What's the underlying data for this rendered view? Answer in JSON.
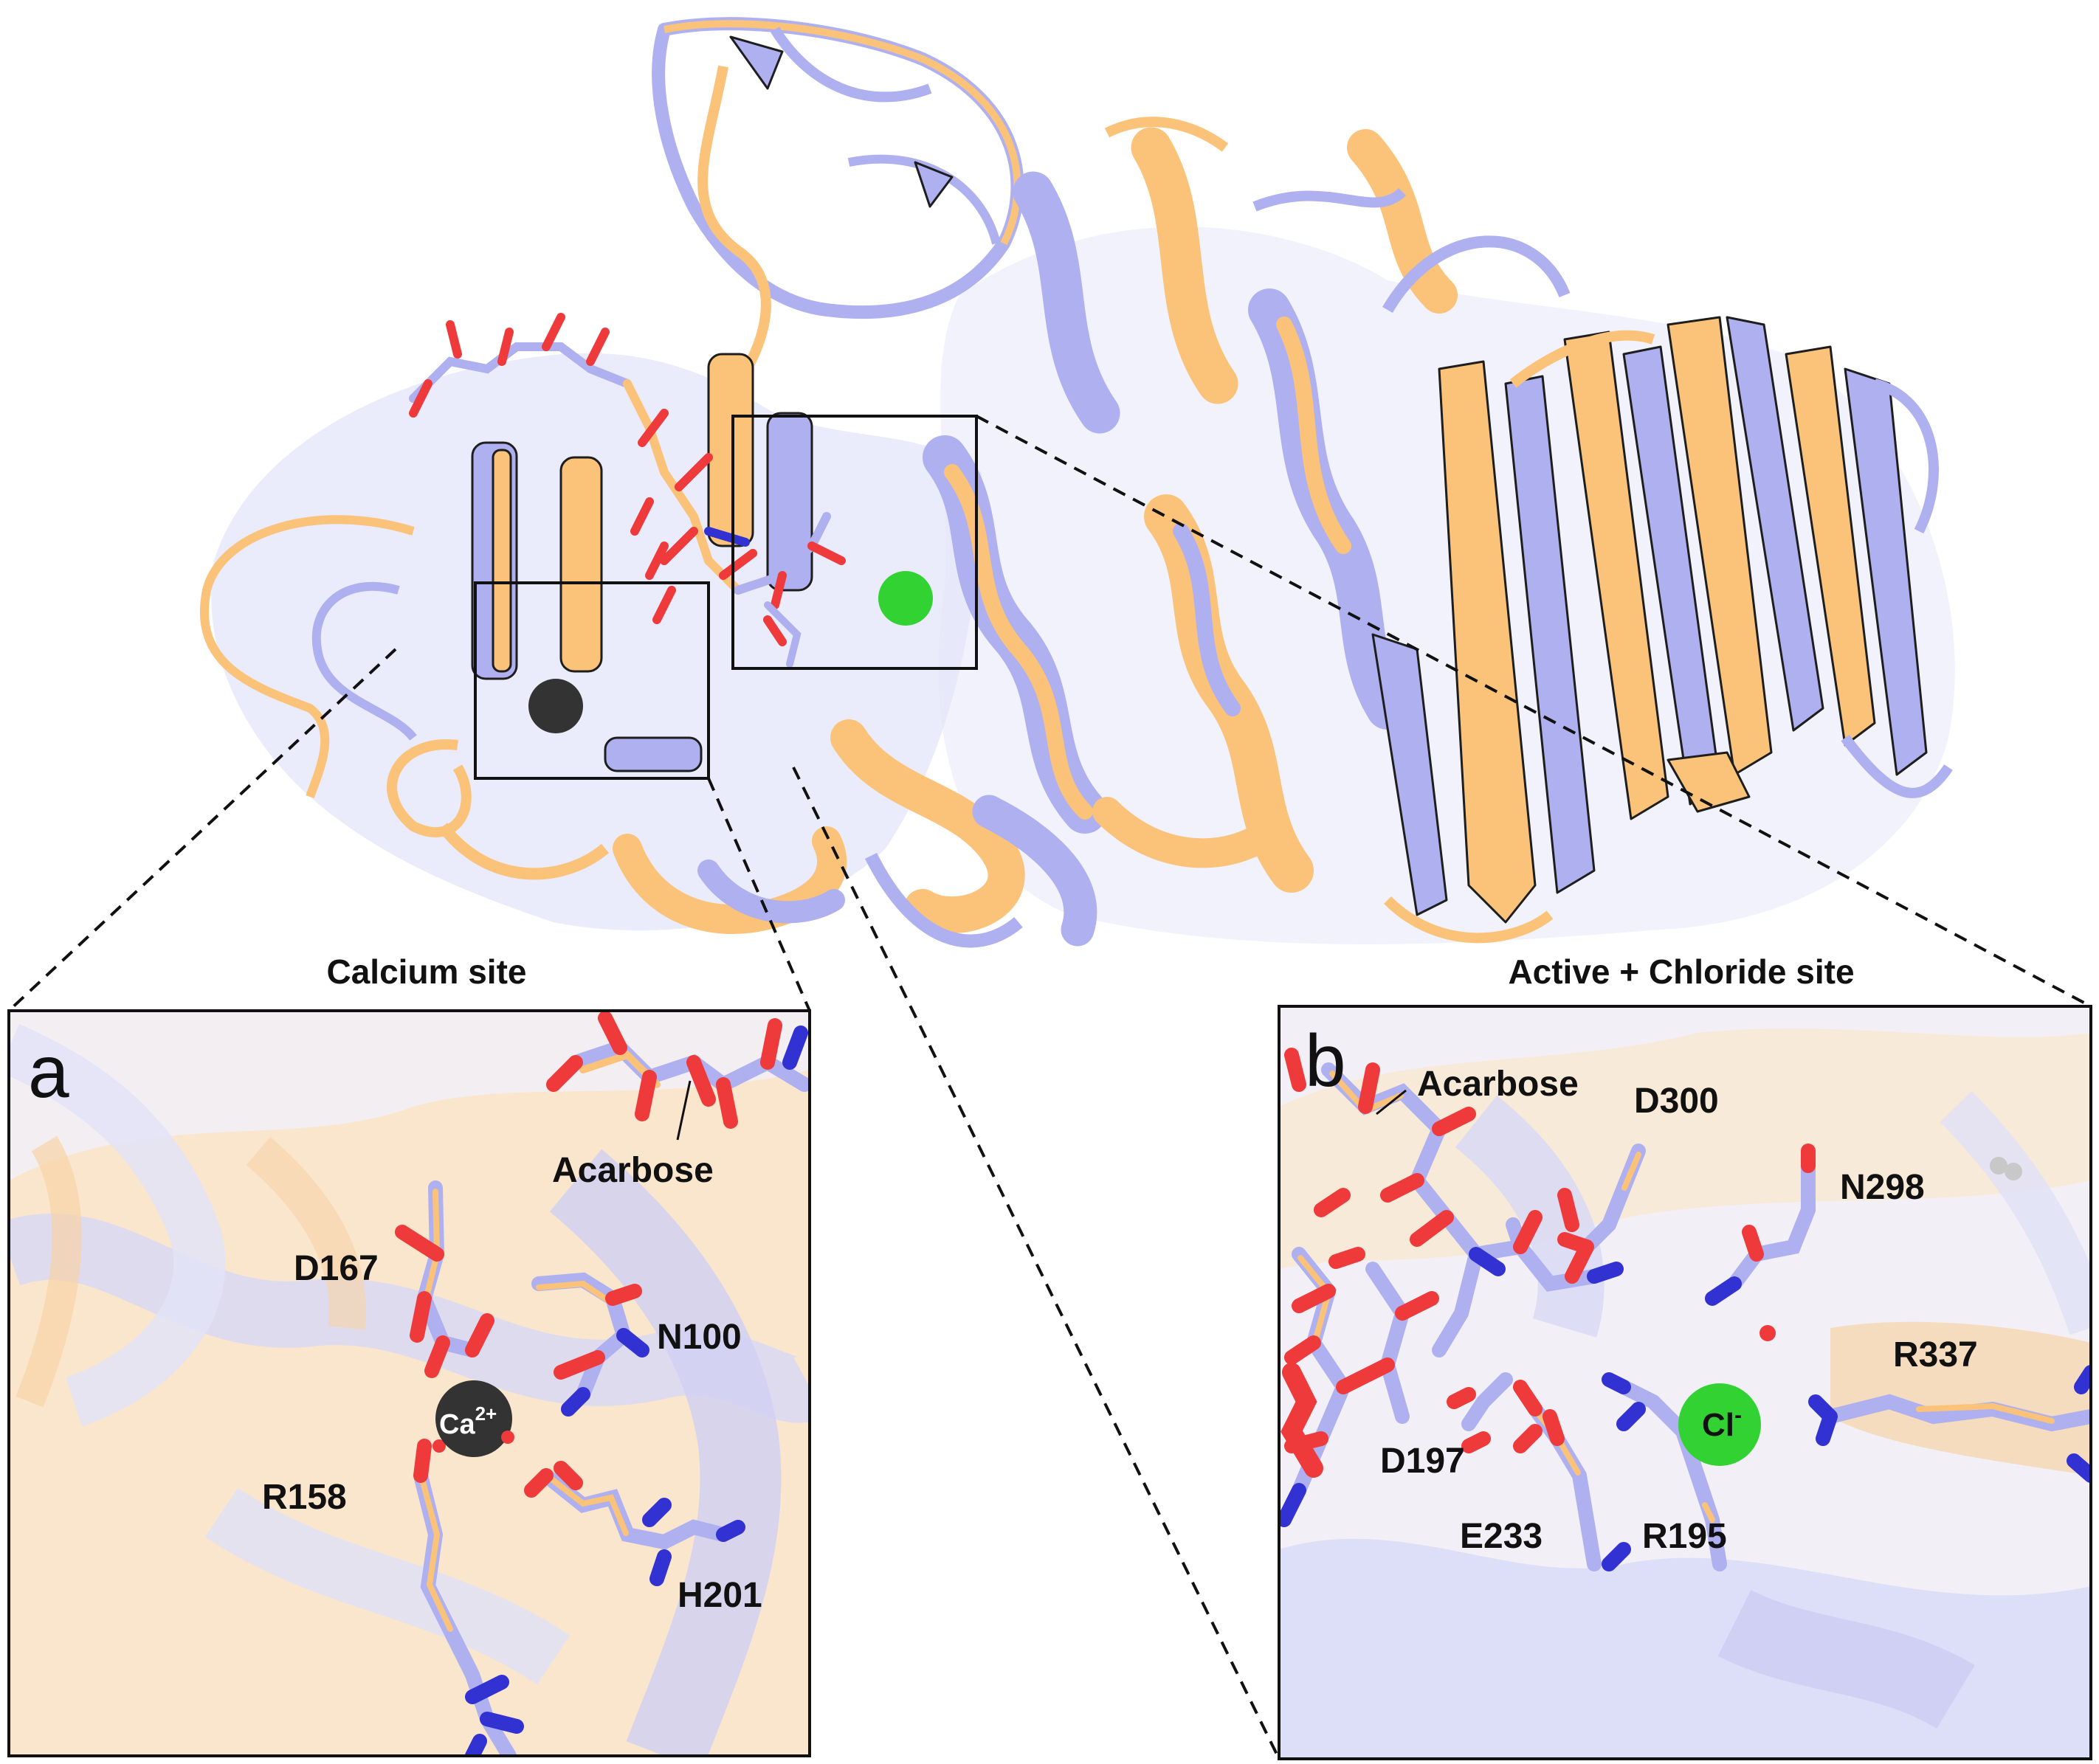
{
  "panels": {
    "a": {
      "letter": "a",
      "title": "Calcium site",
      "residues": {
        "d167": "D167",
        "n100": "N100",
        "r158": "R158",
        "h201": "H201"
      },
      "ligand": "Acarbose",
      "ion_base": "Ca",
      "ion_charge": "2+"
    },
    "b": {
      "letter": "b",
      "title": "Active + Chloride site",
      "residues": {
        "d300": "D300",
        "n298": "N298",
        "r337": "R337",
        "d197": "D197",
        "e233": "E233",
        "r195": "R195"
      },
      "ligand": "Acarbose",
      "ion_base": "Cl",
      "ion_charge": "-"
    }
  },
  "colors": {
    "structure_a": "#FBC27A",
    "structure_b": "#AEB0F0",
    "oxygen": "#EE3A3A",
    "nitrogen": "#3232D2",
    "calcium_ion": "#333333",
    "chloride_ion": "#32D232"
  }
}
